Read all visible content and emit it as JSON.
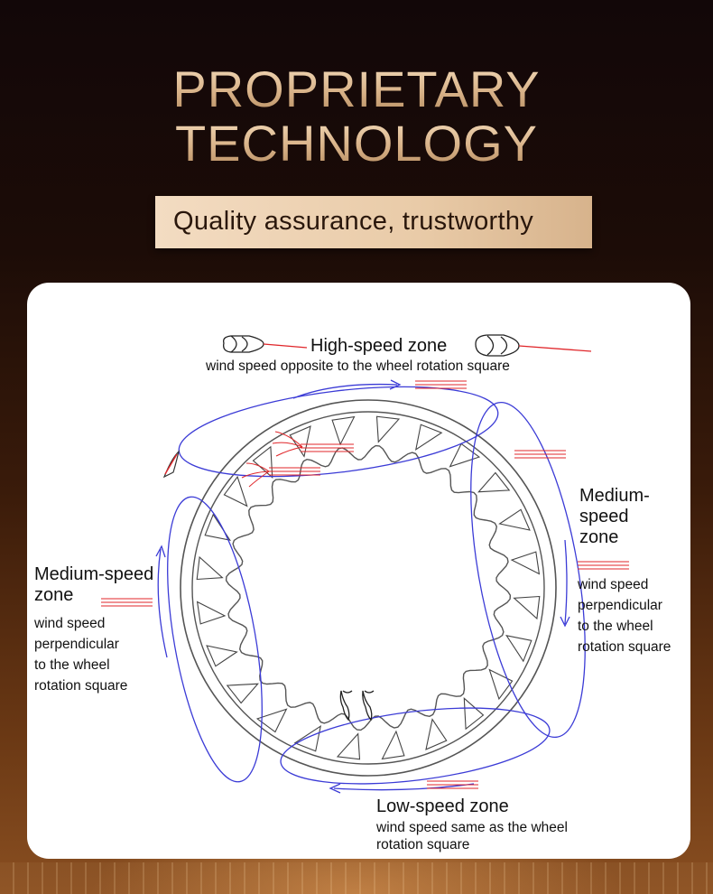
{
  "header": {
    "title_line1": "PROPRIETARY",
    "title_line2": "TECHNOLOGY",
    "banner": "Quality assurance, trustworthy"
  },
  "diagram": {
    "high_zone": {
      "title": "High-speed zone",
      "desc": "wind speed opposite to the wheel rotation square"
    },
    "medium_right": {
      "title_lines": [
        "Medium-",
        "speed",
        "zone"
      ],
      "desc_lines": [
        "wind speed",
        "perpendicular",
        "to the wheel",
        "rotation square"
      ]
    },
    "medium_left": {
      "title_lines": [
        "Medium-speed",
        "zone"
      ],
      "desc_lines": [
        "wind speed",
        "perpendicular",
        "to the wheel",
        "rotation square"
      ]
    },
    "low_zone": {
      "title": "Low-speed zone",
      "desc_lines": [
        "wind speed same as the wheel",
        "rotation square"
      ]
    }
  },
  "colors": {
    "wheel_stroke": "#555555",
    "flow_loop": "#3b3bd6",
    "wind_lines": "#e0262a",
    "title_gold": "#d8b288"
  }
}
